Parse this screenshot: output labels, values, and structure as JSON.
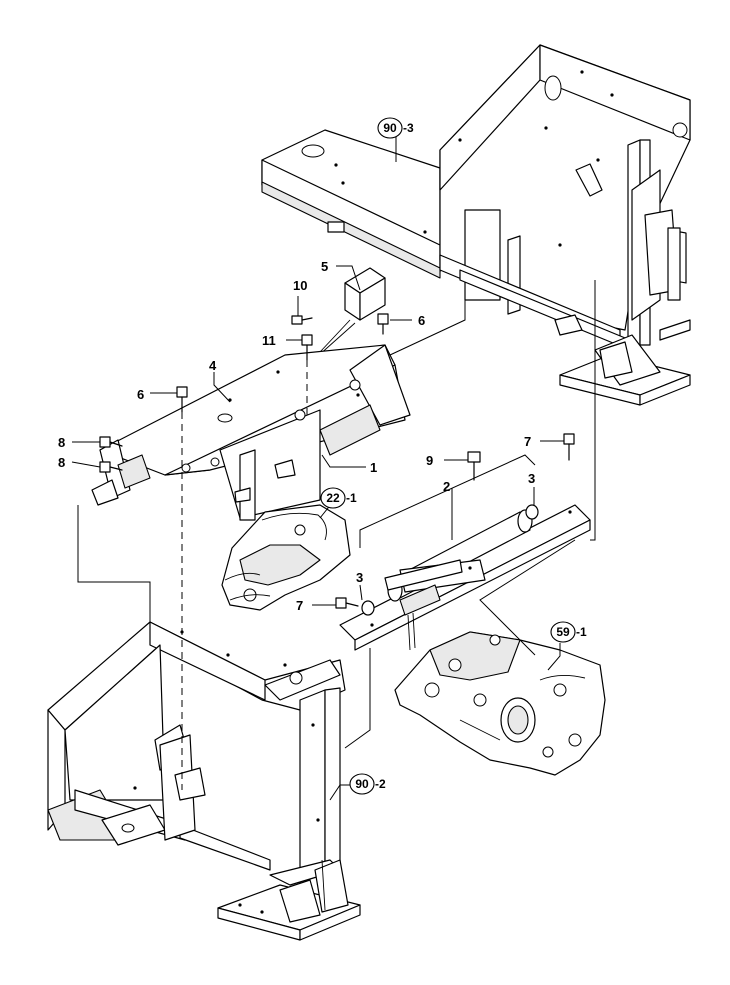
{
  "diagram": {
    "part_numbers": [
      "1",
      "2",
      "3",
      "3",
      "4",
      "5",
      "6",
      "6",
      "7",
      "7",
      "8",
      "8",
      "9",
      "10",
      "11"
    ],
    "references": [
      {
        "num": "90",
        "suffix": "-3"
      },
      {
        "num": "22",
        "suffix": "-1"
      },
      {
        "num": "59",
        "suffix": "-1"
      },
      {
        "num": "90",
        "suffix": "-2"
      }
    ]
  }
}
